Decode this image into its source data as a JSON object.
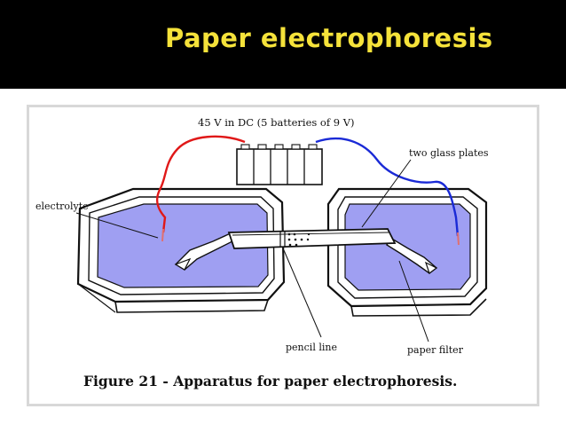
{
  "slide": {
    "title": "Paper electrophoresis",
    "title_color": "#f5e23a",
    "background_color": "#000000"
  },
  "figure": {
    "voltage_label": "45 V in DC (5 batteries of 9 V)",
    "label_electrolyte": "electrolyte",
    "label_glass_plates": "two glass plates",
    "label_pencil_line": "pencil line",
    "label_paper_filter": "paper filter",
    "caption": "Figure 21 - Apparatus for paper electrophoresis.",
    "liquid_color": "#9f9ff2",
    "wire_positive_color": "#e01818",
    "wire_negative_color": "#1a2ad6"
  }
}
